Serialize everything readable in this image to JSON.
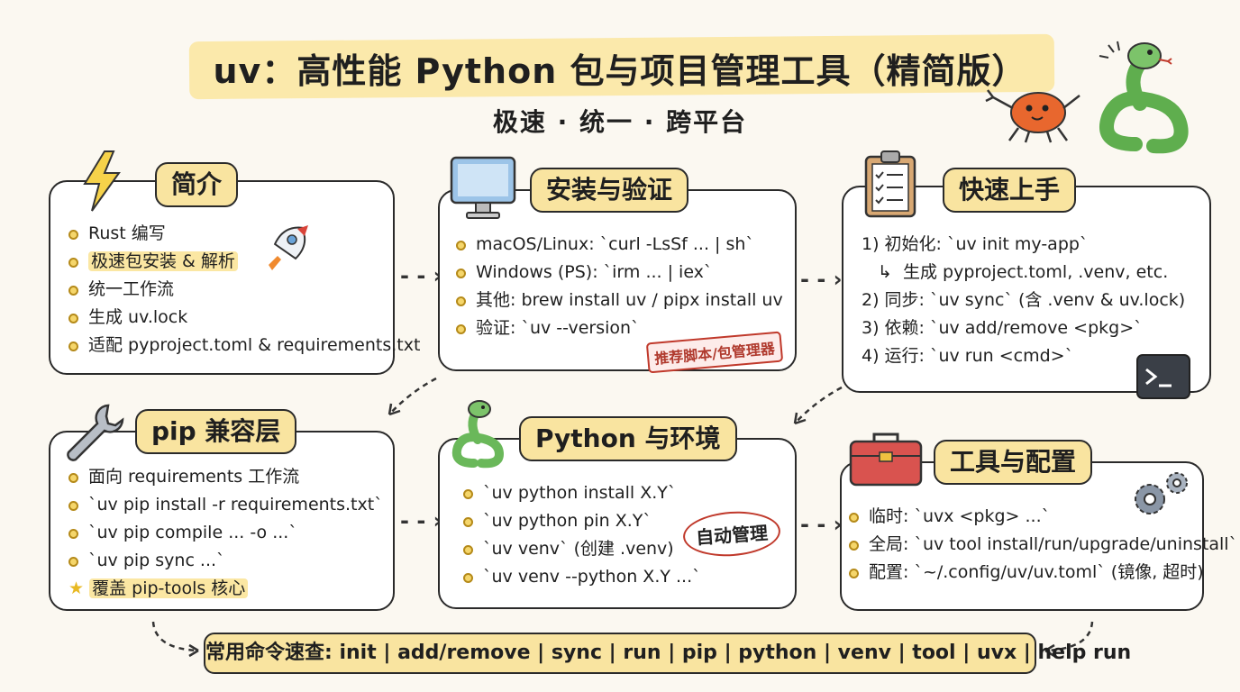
{
  "header": {
    "title": "uv：高性能 Python 包与项目管理工具（精简版）",
    "subtitle": "极速 · 统一 · 跨平台"
  },
  "cards": {
    "intro": {
      "title": "简介",
      "items": [
        "Rust 编写",
        "极速包安装 & 解析",
        "统一工作流",
        "生成 uv.lock",
        "适配 pyproject.toml & requirements.txt"
      ]
    },
    "install": {
      "title": "安装与验证",
      "items": [
        "macOS/Linux: `curl -LsSf ... | sh`",
        "Windows (PS): `irm ... | iex`",
        "其他: brew install uv / pipx install uv",
        "验证: `uv --version`"
      ],
      "stamp": "推荐脚本/包管理器"
    },
    "quickstart": {
      "title": "快速上手",
      "items": [
        "1) 初始化: `uv init my-app`",
        "生成 pyproject.toml, .venv, etc.",
        "2) 同步: `uv sync` (含 .venv & uv.lock)",
        "3) 依赖: `uv add/remove <pkg>`",
        "4) 运行: `uv run <cmd>`"
      ]
    },
    "pip": {
      "title": "pip 兼容层",
      "items": [
        "面向 requirements 工作流",
        "`uv pip install -r requirements.txt`",
        "`uv pip compile ... -o ...`",
        "`uv pip sync ...`",
        "覆盖 pip-tools 核心"
      ]
    },
    "python": {
      "title": "Python 与环境",
      "items": [
        "`uv python install X.Y`",
        "`uv python pin X.Y`",
        "`uv venv` (创建 .venv)",
        "`uv venv --python X.Y ...`"
      ],
      "oval": "自动管理"
    },
    "tools": {
      "title": "工具与配置",
      "items": [
        "临时: `uvx <pkg> ...`",
        "全局: `uv tool install/run/upgrade/uninstall`",
        "配置: `~/.config/uv/uv.toml` (镜像, 超时)"
      ]
    }
  },
  "footer": {
    "cheatsheet": "常用命令速查: init | add/remove | sync | run | pip | python | venv | tool | uvx | help run"
  },
  "colors": {
    "highlight": "#f9e4a0",
    "stamp_red": "#c0392b",
    "crab": "#e8672e",
    "snake": "#7cc36a"
  },
  "icons": [
    "lightning-icon",
    "rocket-icon",
    "monitor-icon",
    "clipboard-icon",
    "terminal-icon",
    "wrench-icon",
    "star-icon",
    "snake-icon",
    "toolbox-icon",
    "gears-icon",
    "crab-mascot",
    "snake-mascot"
  ]
}
